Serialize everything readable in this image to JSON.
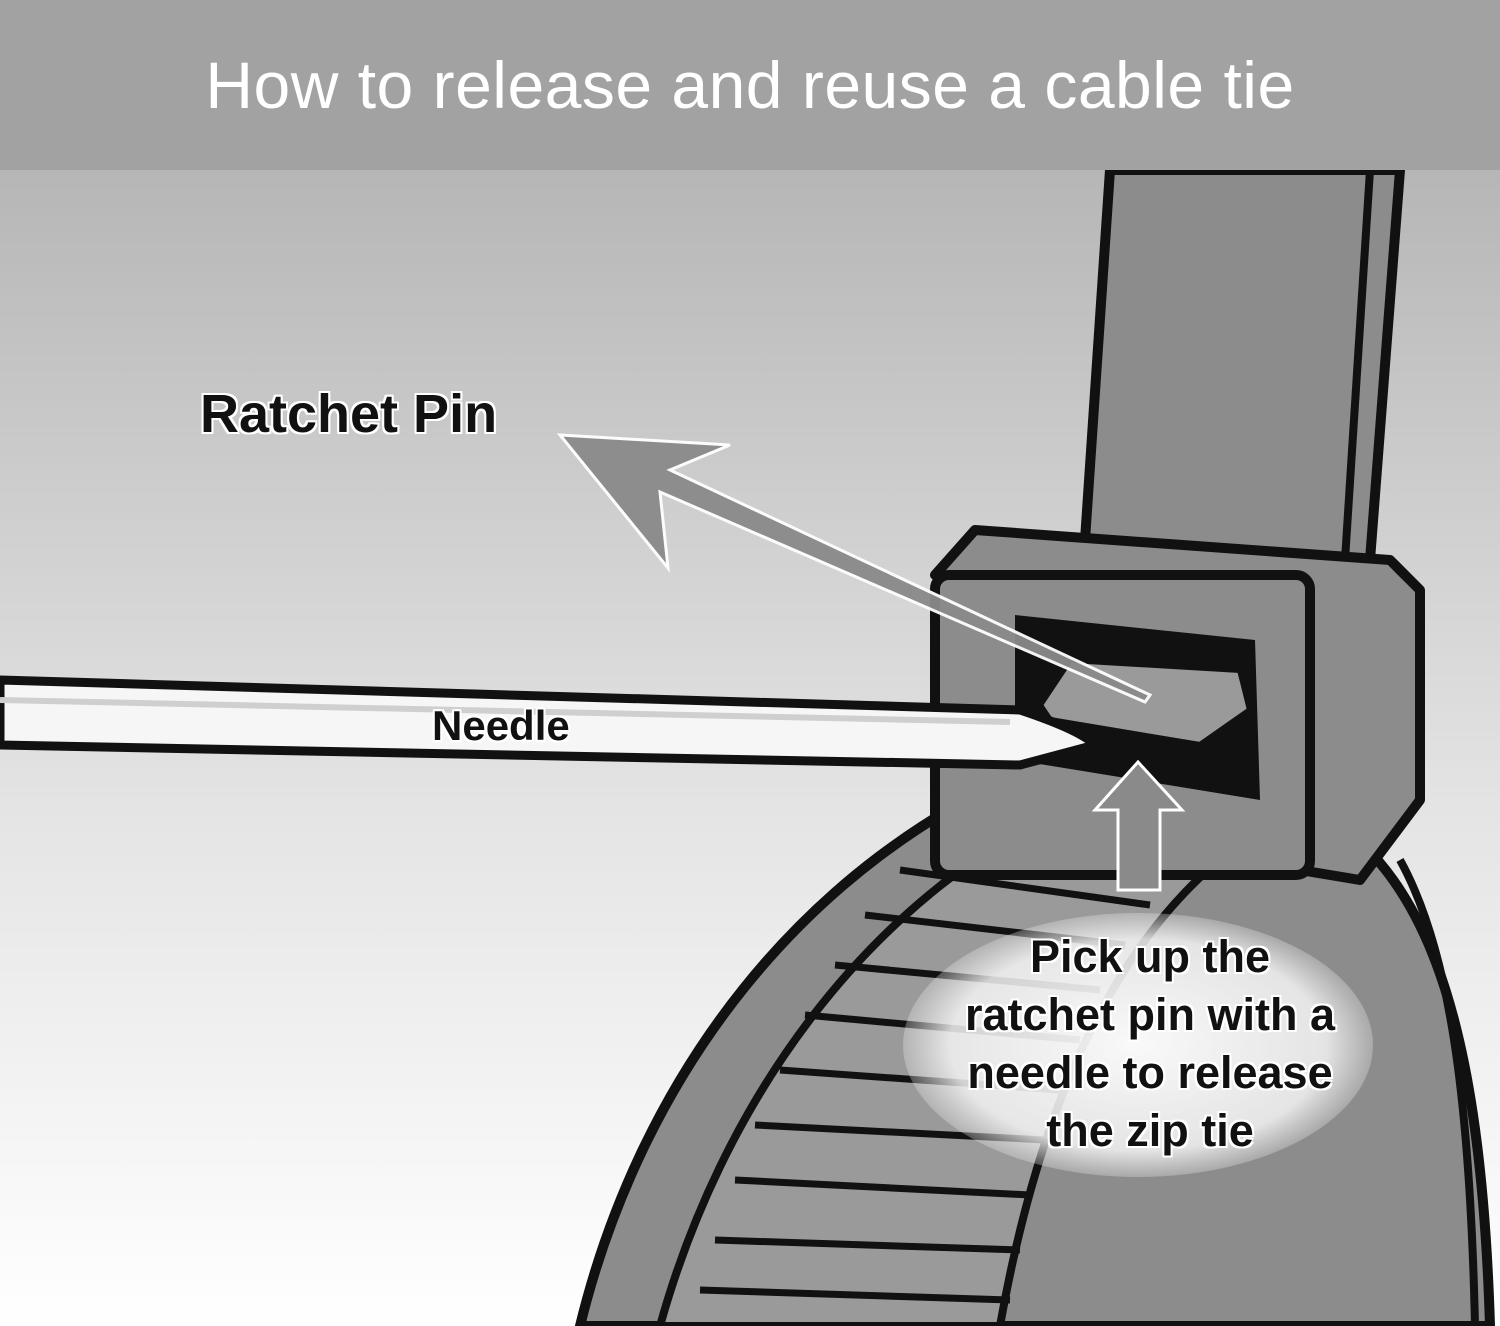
{
  "header": {
    "title": "How to release and reuse a cable tie"
  },
  "labels": {
    "ratchet_pin": "Ratchet Pin",
    "needle": "Needle",
    "instruction": [
      "Pick up the",
      "ratchet pin with a",
      "needle to release",
      "the zip tie"
    ]
  },
  "colors": {
    "header_bg": "#a2a2a2",
    "tie_fill": "#8c8c8c",
    "outline": "#111111",
    "arrow": "#8a8a8a"
  }
}
